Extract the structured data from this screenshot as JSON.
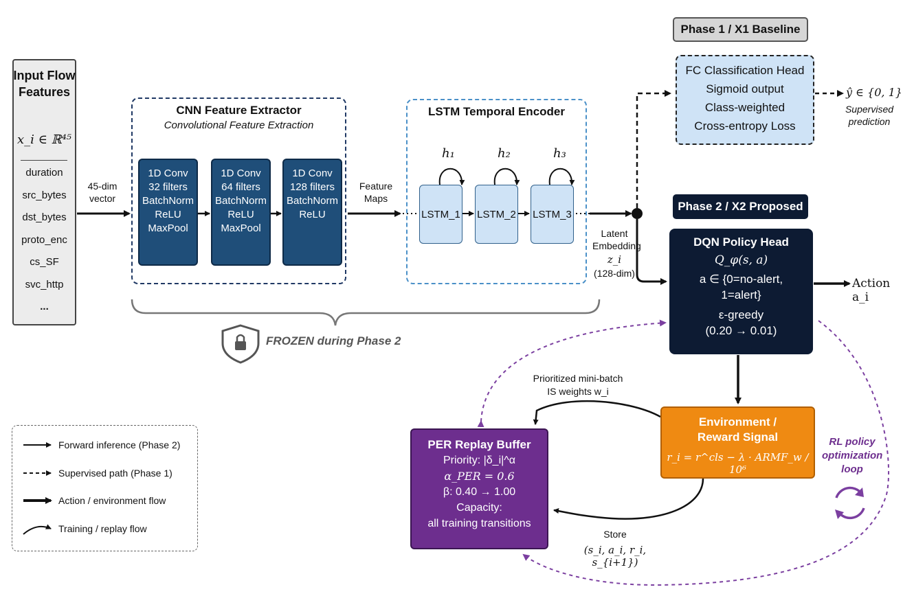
{
  "input": {
    "title": "Input Flow Features",
    "math": "x_i ∈ ℝ⁴⁵",
    "features": [
      "duration",
      "src_bytes",
      "dst_bytes",
      "proto_enc",
      "cs_SF",
      "svc_http",
      "..."
    ]
  },
  "labels": {
    "vector_45": "45-dim vector",
    "feature_maps": "Feature Maps",
    "latent": "Latent Embedding",
    "latent_z": "z_i",
    "latent_dim": "(128-dim)",
    "frozen": "FROZEN during Phase 2",
    "action": "Action a_i",
    "supervised_yhat": "ŷ ∈ {0, 1}",
    "supervised_pred": "Supervised prediction",
    "minibatch": "Prioritized mini-batch",
    "is_weights": "IS weights w_i",
    "store": "Store",
    "store_tuple": "(s_i, a_i, r_i, s_{i+1})",
    "rl_loop": "RL policy optimization loop"
  },
  "cnn": {
    "title": "CNN Feature Extractor",
    "subtitle": "Convolutional Feature Extraction",
    "blocks": [
      [
        "1D Conv",
        "32 filters",
        "BatchNorm",
        "ReLU",
        "MaxPool"
      ],
      [
        "1D Conv",
        "64 filters",
        "BatchNorm",
        "ReLU",
        "MaxPool"
      ],
      [
        "1D Conv",
        "128 filters",
        "BatchNorm",
        "ReLU"
      ]
    ]
  },
  "lstm": {
    "title": "LSTM Temporal Encoder",
    "cells": [
      "LSTM_1",
      "LSTM_2",
      "LSTM_3"
    ],
    "hidden": [
      "h₁",
      "h₂",
      "h₃"
    ]
  },
  "phase1": {
    "header": "Phase 1 / X1 Baseline",
    "lines": [
      "FC Classification Head",
      "Sigmoid output",
      "Class-weighted",
      "Cross-entropy Loss"
    ]
  },
  "phase2": {
    "header": "Phase 2 / X2 Proposed",
    "dqn_title": "DQN Policy Head",
    "dqn_q": "Q_φ(s, a)",
    "dqn_action1": "a ∈ {0=no-alert,",
    "dqn_action2": "1=alert}",
    "dqn_eps": "ε-greedy",
    "dqn_eps_range": "(0.20 → 0.01)"
  },
  "env": {
    "title1": "Environment /",
    "title2": "Reward Signal",
    "formula": "r_i = r^cls − λ · ARMF_w / 10⁶"
  },
  "per": {
    "title": "PER Replay Buffer",
    "priority": "Priority: |δ_i|^α",
    "alpha": "α_PER = 0.6",
    "beta": "β: 0.40 → 1.00",
    "capacity": "Capacity:",
    "capacity_value": "all training transitions"
  },
  "legend": {
    "items": [
      "Forward inference (Phase 2)",
      "Supervised path (Phase 1)",
      "Action / environment flow",
      "Training / replay flow"
    ]
  },
  "colors": {
    "conv_block": "#1f4e79",
    "lstm_cell": "#cfe3f6",
    "dqn": "#0d1b33",
    "env": "#ef8a12",
    "per": "#6d2e8e",
    "rl_loop": "#7b3fa0"
  }
}
